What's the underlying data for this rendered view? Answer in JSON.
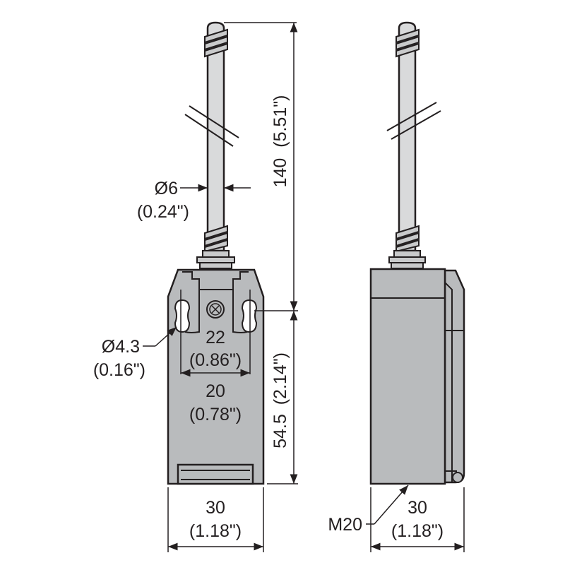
{
  "drawing": {
    "front_view": {
      "rod_length": {
        "value": "140",
        "inch": "(5.51\")"
      },
      "rod_diameter": {
        "value": "Ø6",
        "inch": "(0.24\")"
      },
      "mounting_hole": {
        "value": "Ø4.3",
        "inch": "(0.16\")"
      },
      "hole_spacing_max": {
        "value": "22",
        "inch": "(0.86\")"
      },
      "hole_spacing_min": {
        "value": "20",
        "inch": "(0.78\")"
      },
      "body_height": {
        "value": "54.5",
        "inch": "(2.14\")"
      },
      "body_width": {
        "value": "30",
        "inch": "(1.18\")"
      }
    },
    "side_view": {
      "cable_entry": "M20",
      "body_depth": {
        "value": "30",
        "inch": "(1.18\")"
      }
    },
    "colors": {
      "body": "#b9bbbd",
      "rod": "#d9dadb",
      "line": "#231f20"
    }
  }
}
